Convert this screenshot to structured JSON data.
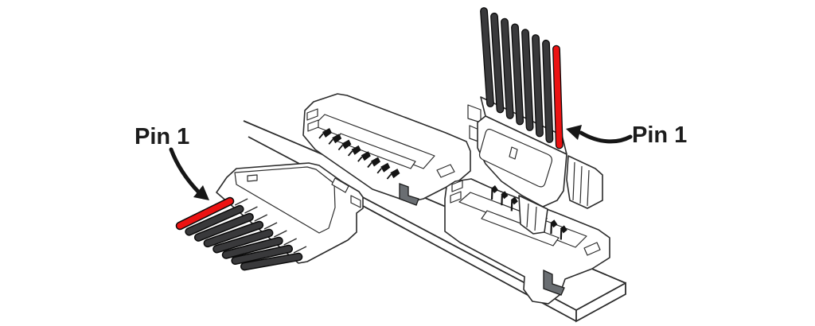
{
  "diagram": {
    "background_color": "#ffffff",
    "ink_color": "#2b2b2b",
    "labels": {
      "pin1_left": "Pin 1",
      "pin1_right": "Pin 1"
    },
    "colors": {
      "wire_red": "#ec1212",
      "wire_black": "#39393b",
      "wire_outline": "#0a0a0a",
      "pin_black": "#141414",
      "bracket_gray": "#6a6e72",
      "body_fill": "#ffffff"
    },
    "left_plug": {
      "wire_count": 8,
      "red_wire_index": 0,
      "red_wire_location": "top"
    },
    "right_plug": {
      "wire_count": 8,
      "red_wire_index": 7,
      "red_wire_location": "rightmost"
    },
    "middle_receptacle": {
      "pin_count": 8
    },
    "bottom_receptacle": {
      "pin_count": 8
    }
  }
}
